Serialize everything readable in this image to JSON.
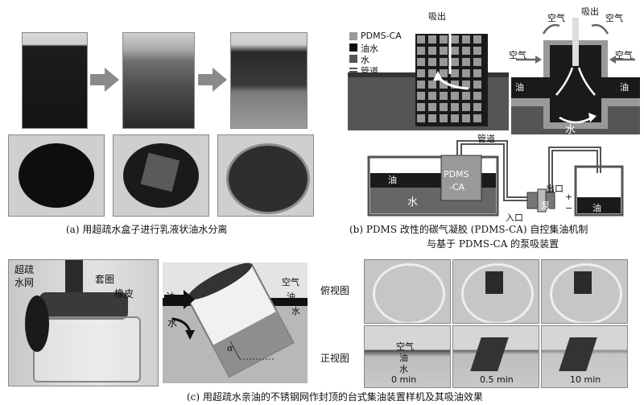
{
  "panel_a": {
    "caption": "(a) 用超疏水盒子进行乳液状油水分离"
  },
  "panel_b": {
    "caption_line1": "(b) PDMS 改性的碳气凝胶 (PDMS-CA) 自控集油机制",
    "caption_line2": "与基于 PDMS-CA 的泵吸装置",
    "legend": [
      "PDMS-CA",
      "油水",
      "水",
      "管道"
    ],
    "left_diagram": {
      "suck_label": "吸出"
    },
    "right_diagram": {
      "suck_label": "吸出",
      "air_labels": [
        "空气",
        "空气",
        "空气",
        "空气"
      ],
      "oil_labels": [
        "油",
        "油"
      ],
      "water_label": "水"
    },
    "bottom": {
      "pipe_label": "管道",
      "oil_label": "油",
      "water_label": "水",
      "pdms_line1": "PDMS",
      "pdms_line2": "-CA",
      "outlet_label": "出口",
      "inlet_label": "入口",
      "pump_label": "泵",
      "plus": "+",
      "minus": "−",
      "collected_oil_label": "油"
    }
  },
  "panel_c": {
    "caption": "(c) 用超疏水亲油的不锈钢网作封顶的台式集油装置样机及其吸油效果",
    "photo_labels": {
      "mesh_line1": "超疏",
      "mesh_line2": "水网",
      "collar": "套圈",
      "rubber": "橡皮"
    },
    "schematic": {
      "air": "空气",
      "oil": "油",
      "water": "水",
      "oil_in": "油",
      "water_flow": "水",
      "angle": "α"
    },
    "view_labels": {
      "top_view": "俯视图",
      "front_view": "正视图"
    },
    "front_overlay": {
      "air": "空气",
      "oil": "油",
      "water": "水"
    },
    "times": [
      "0 min",
      "0.5 min",
      "10 min"
    ]
  }
}
